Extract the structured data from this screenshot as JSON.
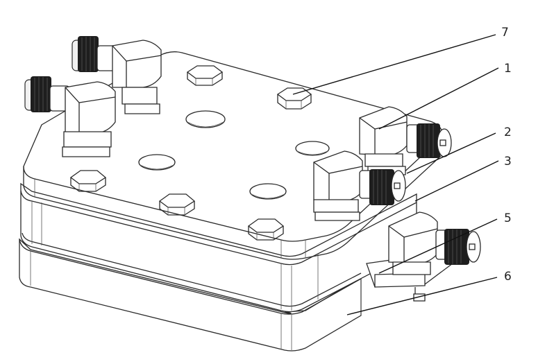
{
  "figure": {
    "callouts": [
      {
        "id": "callout-7",
        "label": "7"
      },
      {
        "id": "callout-1",
        "label": "1"
      },
      {
        "id": "callout-2",
        "label": "2"
      },
      {
        "id": "callout-3",
        "label": "3"
      },
      {
        "id": "callout-5",
        "label": "5"
      },
      {
        "id": "callout-6",
        "label": "6"
      }
    ]
  }
}
